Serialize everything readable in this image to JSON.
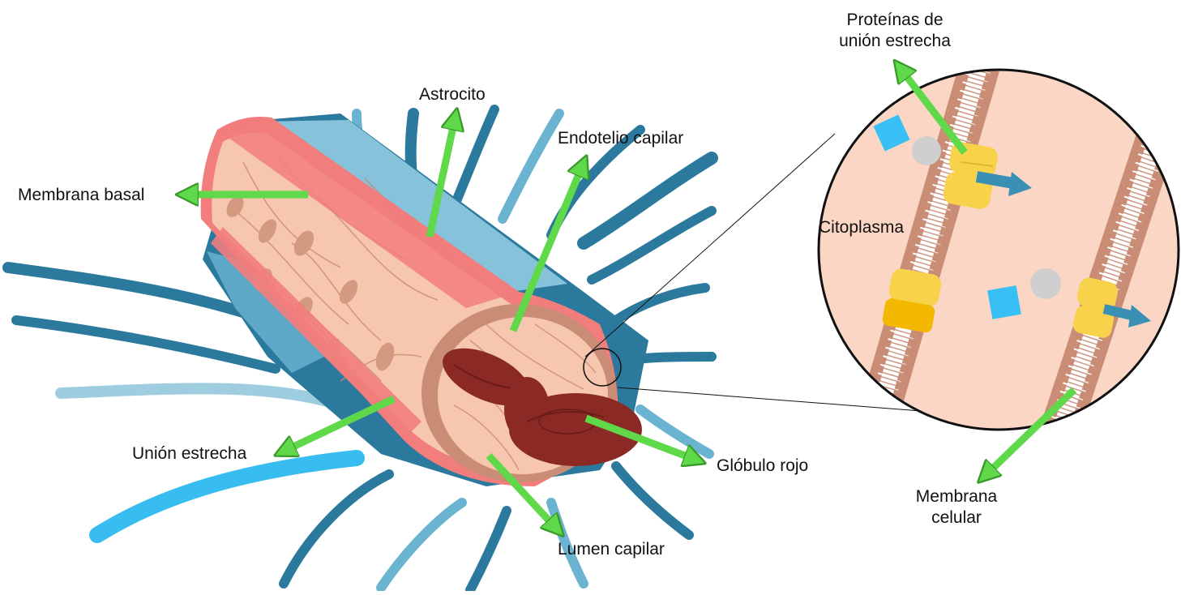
{
  "labels": {
    "membrana_basal": "Membrana basal",
    "astrocito": "Astrocito",
    "endotelio_capilar": "Endotelio capilar",
    "union_estrecha": "Unión estrecha",
    "globulo_rojo": "Glóbulo rojo",
    "lumen_capilar": "Lumen capilar",
    "proteinas_l1": "Proteínas de",
    "proteinas_l2": "unión estrecha",
    "citoplasma": "Citoplasma",
    "membrana_celular_l1": "Membrana",
    "membrana_celular_l2": "celular"
  },
  "colors": {
    "arrow": "#5fd84a",
    "astrocyte_dark": "#2b7a9e",
    "astrocyte_light": "#6ab3d1",
    "basal_membrane": "#f27d7d",
    "endothelium": "#f6c6ae",
    "nucleus": "#d49a7f",
    "red_cell": "#8b2a24",
    "cytoplasm": "#fbd6c4",
    "lipid_head": "#c98c74",
    "protein": "#f7d24a"
  }
}
